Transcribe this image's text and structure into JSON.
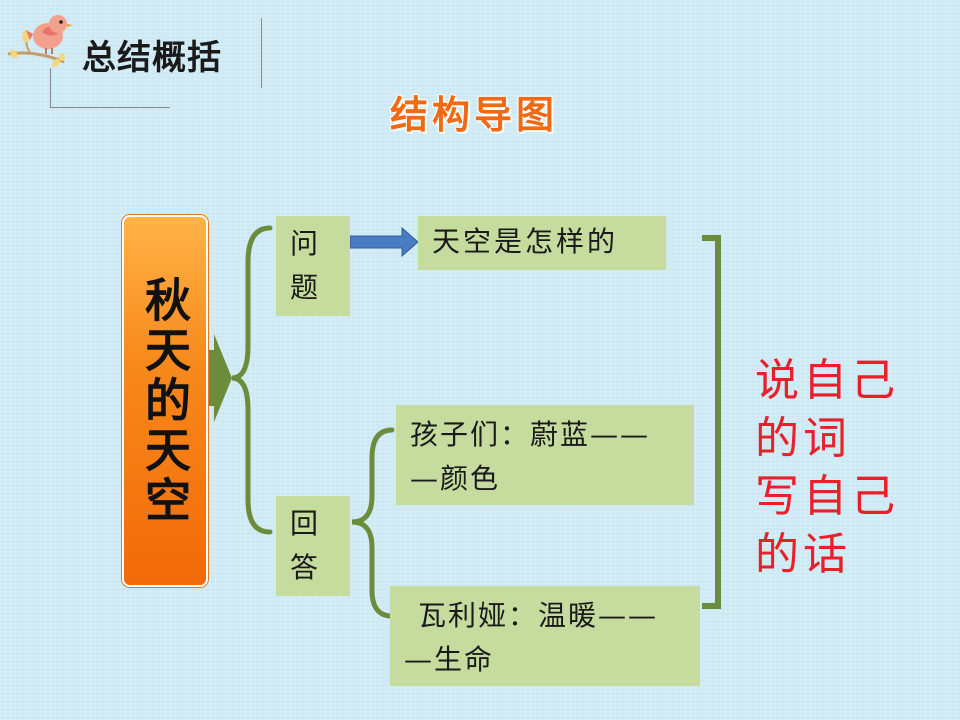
{
  "header": {
    "section_title": "总结概括",
    "diagram_title": "结构导图"
  },
  "topic": {
    "title": "秋天的天空"
  },
  "nodes": {
    "question_label": "问题",
    "answer_label": "回答",
    "sky_text": "天空是怎样的",
    "kids_line1": "孩子们：蔚蓝——",
    "kids_line2": "—颜色",
    "walia_line1": "瓦利娅：温暖——",
    "walia_line2": "—生命"
  },
  "conclusion": {
    "line1": "说自己",
    "line2": "的词",
    "line3": "写自己",
    "line4": "的话"
  },
  "colors": {
    "background": "#cde9f4",
    "topic_fill": "#f7891c",
    "node_fill": "#c5dc9e",
    "bracket_green": "#6b8c3a",
    "arrow_blue": "#4a7cc4",
    "conclusion_red": "#e8202a",
    "title_orange": "#f06a14"
  }
}
